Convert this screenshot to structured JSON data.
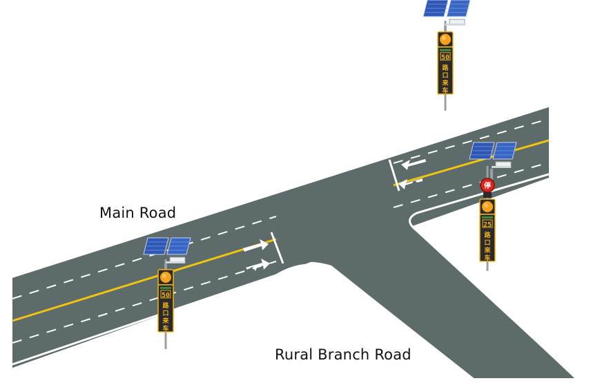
{
  "labels": {
    "main_road": "Main Road",
    "branch_road": "Rural Branch Road"
  },
  "signs": {
    "speed_main": "50",
    "speed_branch": "25",
    "message_chars": [
      "路",
      "口",
      "来",
      "车"
    ],
    "stop_char": "停"
  },
  "colors": {
    "asphalt": "#5e6b6b",
    "edge_line": "#ffffff",
    "center_line": "#f2c40f",
    "sign_housing": "#2a2a2a",
    "sign_trim": "#f2b418",
    "beacon_amber": "#f5a21a",
    "stop_red": "#e0241b",
    "solar_panel": "#2f57b8"
  }
}
